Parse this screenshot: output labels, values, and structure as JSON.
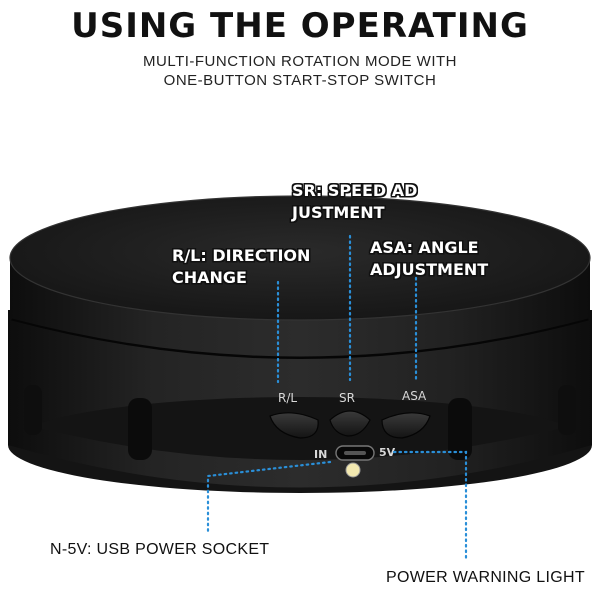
{
  "header": {
    "title": "USING THE OPERATING",
    "subtitle_line1": "MULTI-FUNCTION ROTATION MODE WITH",
    "subtitle_line2": "ONE-BUTTON START-STOP SWITCH"
  },
  "callouts": {
    "sr": {
      "line1": "SR: SPEED AD",
      "line2": "JUSTMENT"
    },
    "rl": {
      "line1": "R/L: DIRECTION",
      "line2": "CHANGE"
    },
    "asa": {
      "line1": "ASA: ANGLE",
      "line2": "ADJUSTMENT"
    },
    "usb": "N-5V: USB POWER SOCKET",
    "power": "POWER WARNING LIGHT"
  },
  "device": {
    "button_labels": {
      "rl": "R/L",
      "sr": "SR",
      "asa": "ASA"
    },
    "port_in": "IN",
    "port_5v": "5V"
  },
  "colors": {
    "device_body": "#1c1c1c",
    "device_top": "#232323",
    "callout_dots": "#2a8fd8",
    "indicator_light": "#f2e8b0"
  }
}
